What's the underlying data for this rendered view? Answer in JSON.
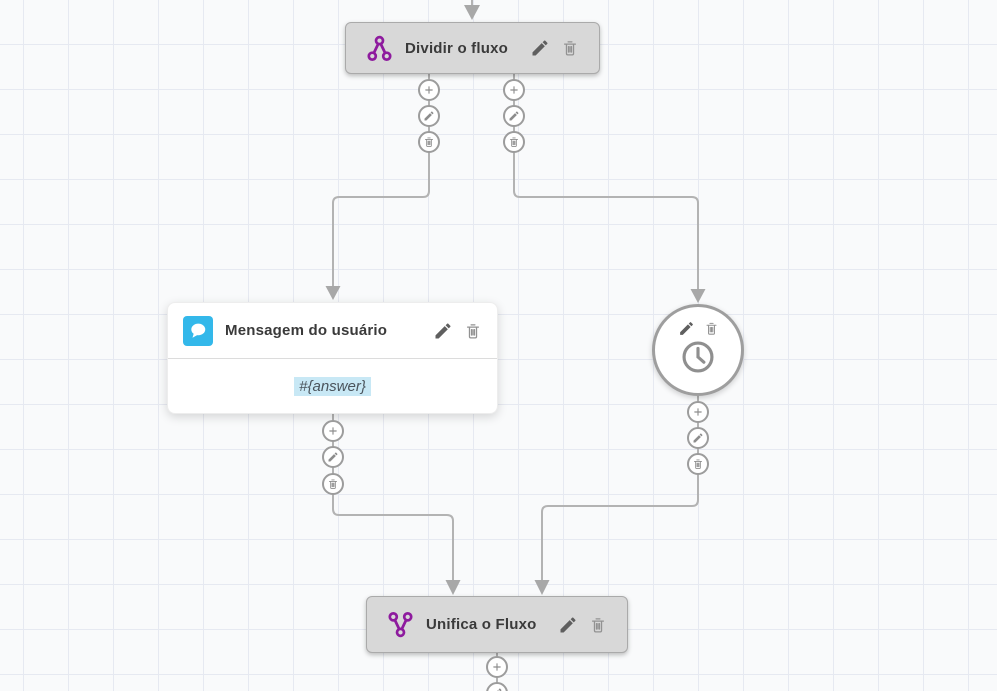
{
  "app": {
    "view": "flow-builder-canvas"
  },
  "colors": {
    "purple": "#8e1b9e",
    "blue": "#33b8ea",
    "edge": "#b3b3b3",
    "node-fill": "#d8d8d8",
    "node-border": "#aaaaaa",
    "canvas-bg": "#f9fafb",
    "grid-line": "#e6e9f1",
    "highlight-bg": "#c8e8f5"
  },
  "flow": {
    "nodes": {
      "split": {
        "label": "Dividir o fluxo",
        "icon": "branch-split-icon",
        "actions": [
          "edit",
          "delete"
        ]
      },
      "user_message": {
        "label": "Mensagem do usuário",
        "icon": "chat-bubble-icon",
        "body_value": "#{answer}",
        "actions": [
          "edit",
          "delete"
        ]
      },
      "timer": {
        "icon": "clock-icon",
        "actions": [
          "edit",
          "delete"
        ]
      },
      "merge": {
        "label": "Unifica o Fluxo",
        "icon": "branch-merge-icon",
        "actions": [
          "edit",
          "delete"
        ]
      }
    },
    "port_actions": [
      "add",
      "edit",
      "delete"
    ],
    "edges": [
      "incoming-top-to-split",
      "split-to-user-message",
      "split-to-timer",
      "user-message-to-merge",
      "timer-to-merge",
      "merge-output"
    ]
  },
  "icons": {
    "split_node": "branch-split-icon",
    "message_node": "chat-bubble-icon",
    "timer_node": "clock-icon",
    "merge_node": "branch-merge-icon",
    "node_actions": [
      "edit-pencil-icon",
      "delete-trash-icon"
    ],
    "port_actions": [
      "add-plus-icon",
      "edit-pencil-icon",
      "delete-trash-icon"
    ]
  }
}
